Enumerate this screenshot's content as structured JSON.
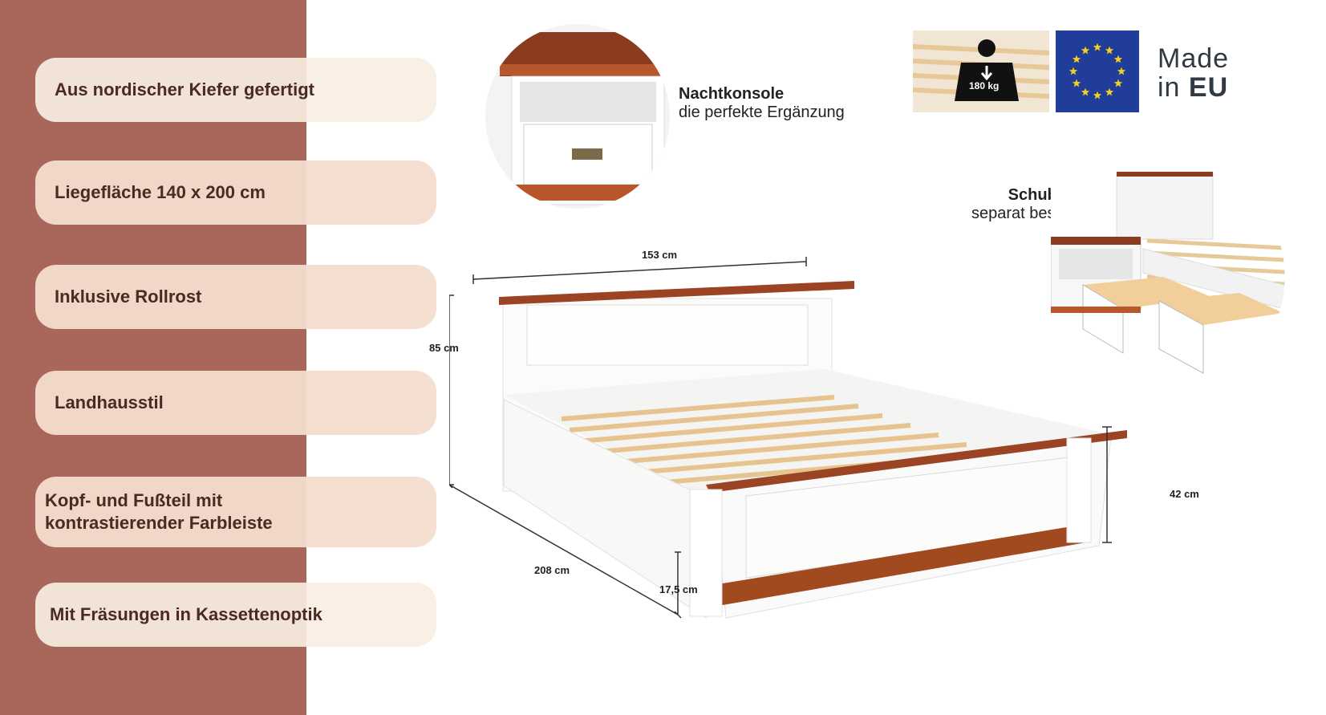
{
  "features": [
    "Aus nordischer Kiefer gefertigt",
    "Liegefläche 140 x 200 cm",
    "Inklusive Rollrost",
    "Landhausstil",
    "Kopf- und Fußteil mit kontrastierender Farbleiste",
    "Mit Fräsungen in Kassettenoptik"
  ],
  "nightstand": {
    "title": "Nachtkonsole",
    "subtitle": "die perfekte Ergänzung"
  },
  "drawers": {
    "title": "Schubladen",
    "subtitle": "separat bestellbar"
  },
  "badges": {
    "weight": "180 kg",
    "made": "Made",
    "in": "in",
    "eu": "EU"
  },
  "dimensions": {
    "width": "153 cm",
    "height": "85 cm",
    "length": "208 cm",
    "clearance": "17,5 cm",
    "foot_height": "42 cm"
  },
  "colors": {
    "band": "#a8675a",
    "wood": "#9a4424",
    "white": "#f7f7f5",
    "eu_blue": "#1f3d99",
    "eu_star": "#f5d020"
  }
}
